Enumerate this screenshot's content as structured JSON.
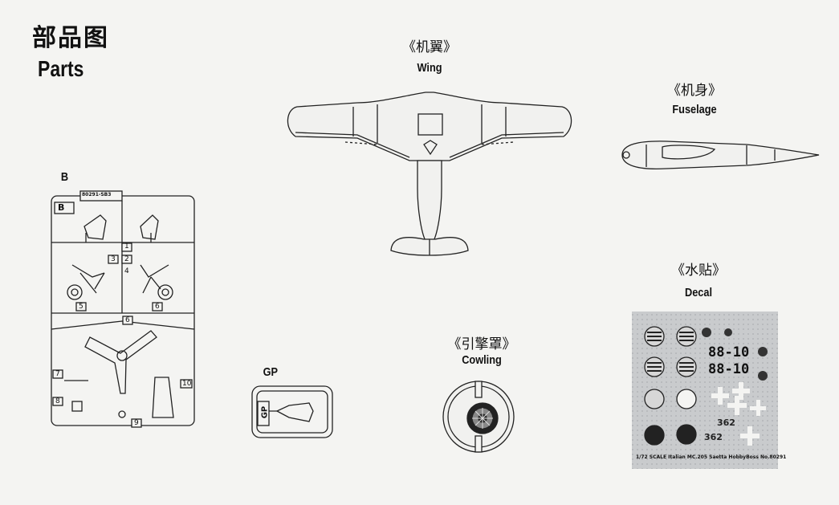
{
  "header": {
    "title_cn": "部品图",
    "title_en": "Parts"
  },
  "parts": {
    "wing": {
      "label_cn": "《机翼》",
      "label_en": "Wing"
    },
    "fuselage": {
      "label_cn": "《机身》",
      "label_en": "Fuselage"
    },
    "decal": {
      "label_cn": "《水贴》",
      "label_en": "Decal"
    },
    "cowling": {
      "label_cn": "《引擎罩》",
      "label_en": "Cowling"
    },
    "gp_sprue": {
      "label": "GP",
      "tag": "GP"
    },
    "sprue_b": {
      "label": "B",
      "tag": "B",
      "code": "80291-SB3 ",
      "part_numbers": [
        "1",
        "2",
        "3",
        "4",
        "5",
        "6",
        "6",
        "7",
        "8",
        "9",
        "10"
      ]
    }
  },
  "decal_sheet": {
    "code_text_1": "88-10",
    "code_text_2": "88-10",
    "number_text": "362",
    "footer": "1/72 SCALE  Italian MC.205 Saetta  HobbyBoss  No.80291"
  }
}
